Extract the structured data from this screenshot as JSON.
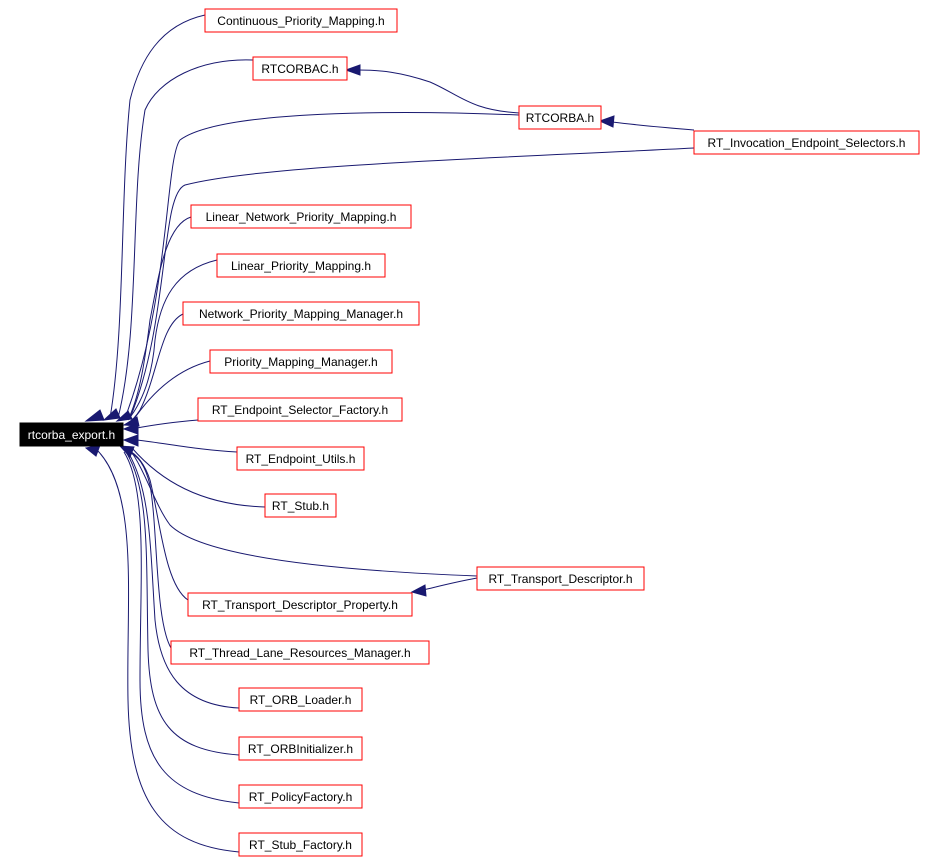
{
  "root": {
    "label": "rtcorba_export.h"
  },
  "nodes": {
    "continuous": "Continuous_Priority_Mapping.h",
    "rtcorbac": "RTCORBAC.h",
    "rtcorba": "RTCORBA.h",
    "invocation": "RT_Invocation_Endpoint_Selectors.h",
    "linear_net": "Linear_Network_Priority_Mapping.h",
    "linear": "Linear_Priority_Mapping.h",
    "net_mgr": "Network_Priority_Mapping_Manager.h",
    "prio_mgr": "Priority_Mapping_Manager.h",
    "sel_factory": "RT_Endpoint_Selector_Factory.h",
    "ep_utils": "RT_Endpoint_Utils.h",
    "stub": "RT_Stub.h",
    "transport": "RT_Transport_Descriptor.h",
    "transport_prop": "RT_Transport_Descriptor_Property.h",
    "thread_lane": "RT_Thread_Lane_Resources_Manager.h",
    "orb_loader": "RT_ORB_Loader.h",
    "orb_init": "RT_ORBInitializer.h",
    "policy_factory": "RT_PolicyFactory.h",
    "stub_factory": "RT_Stub_Factory.h"
  },
  "colors": {
    "edge": "#191970",
    "node_border": "#ff0000",
    "root_fill": "#000000",
    "root_text": "#ffffff"
  }
}
